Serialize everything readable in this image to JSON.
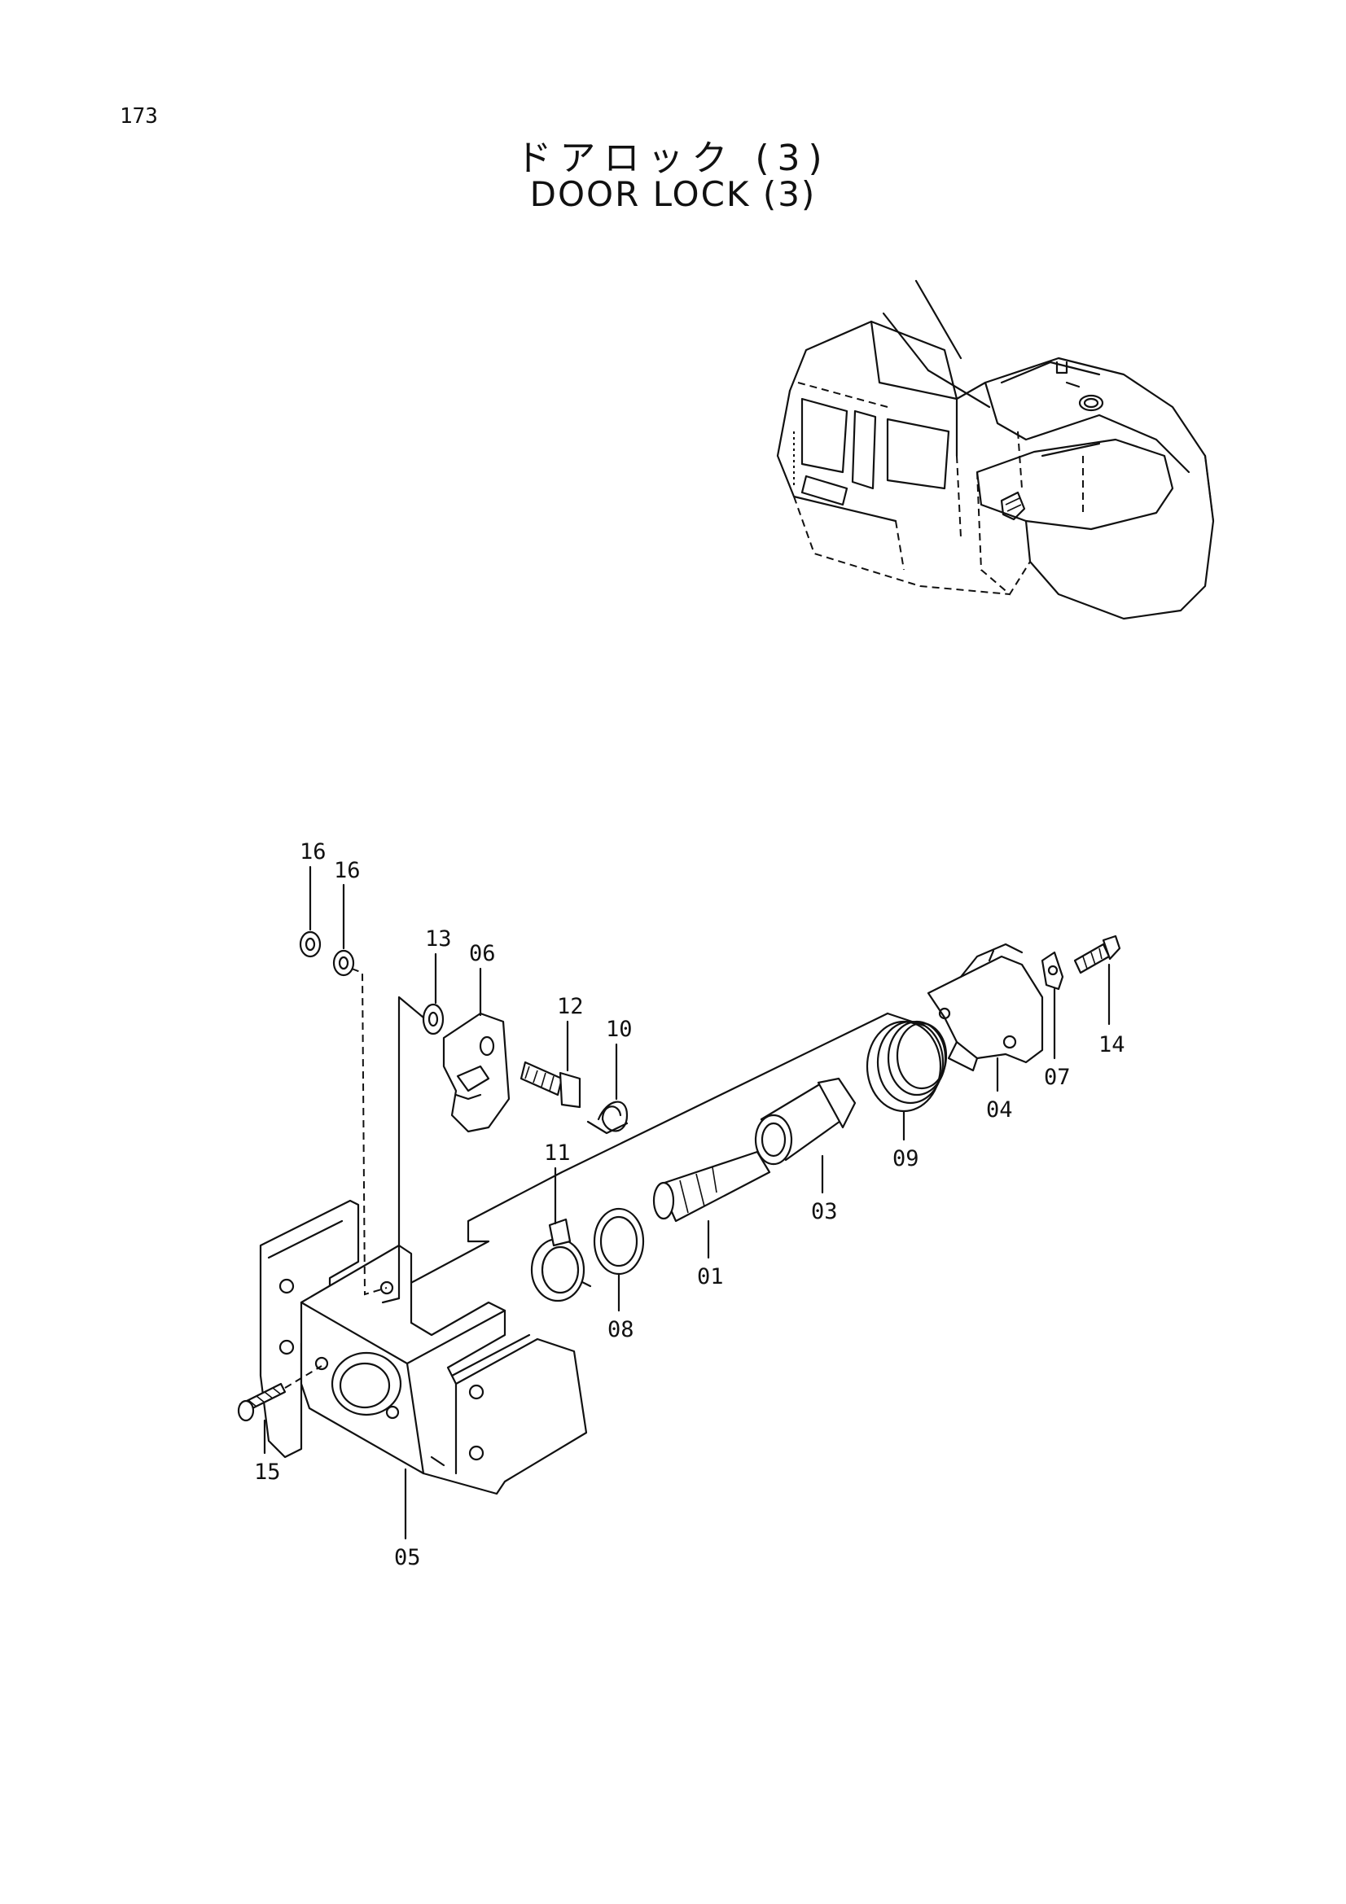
{
  "page_number": "173",
  "title_jp": "ドアロック (3)",
  "title_en": "DOOR LOCK (3)",
  "callouts": {
    "p16a": "16",
    "p16b": "16",
    "p13": "13",
    "p06": "06",
    "p12": "12",
    "p10": "10",
    "p11": "11",
    "p14": "14",
    "p07": "07",
    "p04": "04",
    "p09": "09",
    "p03": "03",
    "p01": "01",
    "p08": "08",
    "p15": "15",
    "p05": "05"
  }
}
